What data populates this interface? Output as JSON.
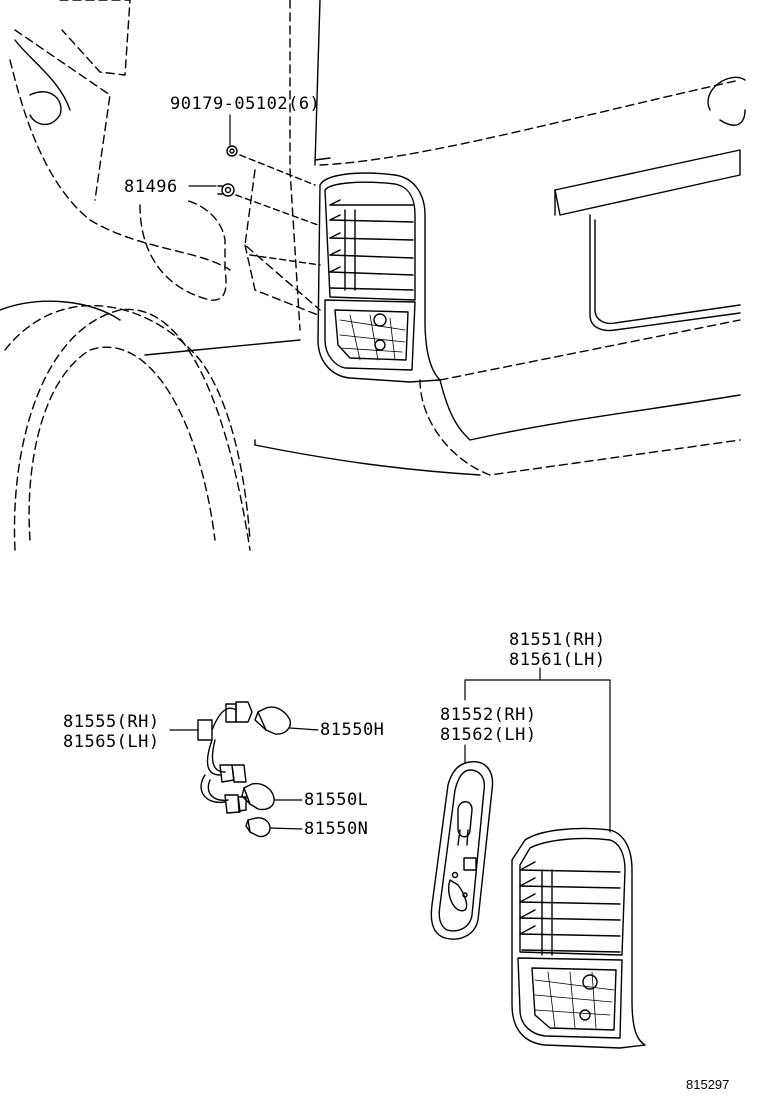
{
  "diagram": {
    "drawing_number": "815297",
    "parts": {
      "p90179": "90179-05102(6)",
      "p81496": "81496",
      "p81551": "81551(RH)",
      "p81561": "81561(LH)",
      "p81552": "81552(RH)",
      "p81562": "81562(LH)",
      "p81555": "81555(RH)",
      "p81565": "81565(LH)",
      "p81550H": "81550H",
      "p81550L": "81550L",
      "p81550N": "81550N"
    }
  }
}
